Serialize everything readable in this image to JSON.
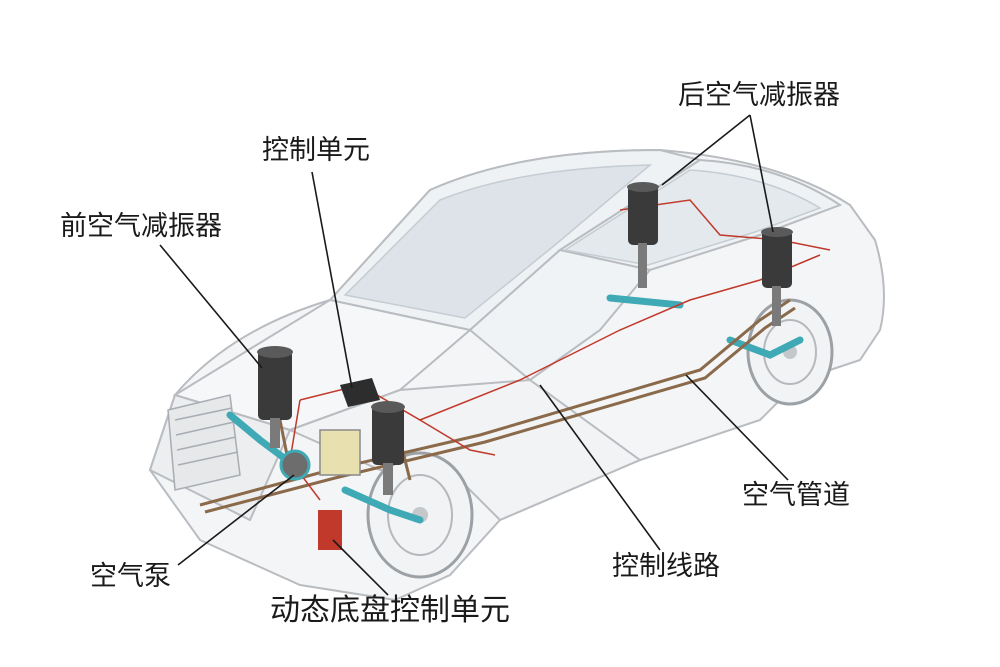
{
  "labels": {
    "rear_air_shock": "后空气减振器",
    "control_unit": "控制单元",
    "front_air_shock": "前空气减振器",
    "air_pipe": "空气管道",
    "control_wiring": "控制线路",
    "air_pump": "空气泵",
    "dynamic_chassis_control_unit": "动态底盘控制单元"
  },
  "colors": {
    "body_outline": "#b9bcc0",
    "glass": "#dde3e8",
    "wiring": "#c0392b",
    "pipe": "#8a6a4a",
    "shock": "#3a3a3a",
    "suspension_arm": "#3fa9b5",
    "leader": "#1a1a1a"
  }
}
